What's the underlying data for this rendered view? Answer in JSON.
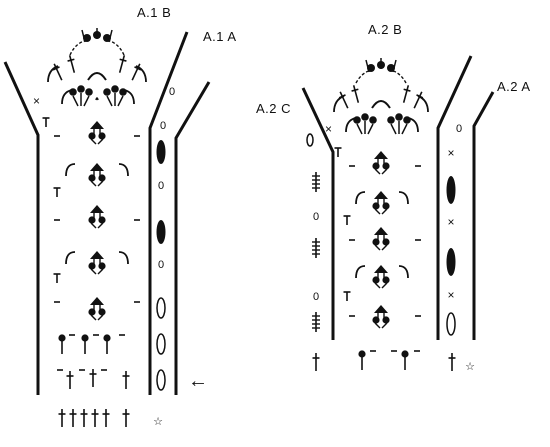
{
  "labels": {
    "a1b": "A.1 B",
    "a1a": "A.1 A",
    "a2b": "A.2 B",
    "a2c": "A.2 C",
    "a2a": "A.2 A"
  },
  "symbols": {
    "star": "☆",
    "arrow": "←",
    "small_oval": "0",
    "cross": "×"
  },
  "colors": {
    "ink": "#111111",
    "background": "#ffffff"
  }
}
